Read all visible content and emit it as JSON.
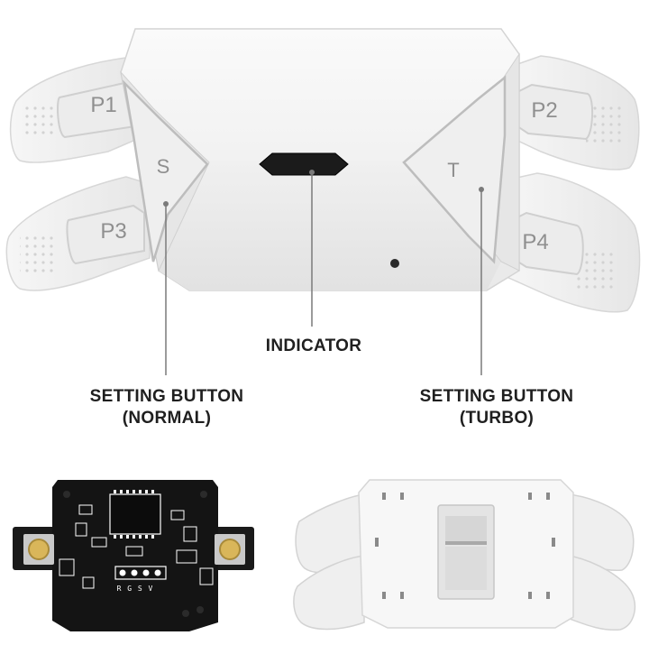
{
  "device": {
    "paddles": [
      "P1",
      "P2",
      "P3",
      "P4"
    ],
    "setting_button_normal_letter": "S",
    "setting_button_turbo_letter": "T"
  },
  "callouts": {
    "indicator": "INDICATOR",
    "setting_normal_line1": "SETTING BUTTON",
    "setting_normal_line2": "(NORMAL)",
    "setting_turbo_line1": "SETTING BUTTON",
    "setting_turbo_line2": "(TURBO)"
  },
  "pcb": {
    "pin_labels": "R G S V"
  },
  "colors": {
    "shell_white": "#f3f3f3",
    "shell_shadow": "#dcdcdc",
    "indicator_black": "#1b1b1b",
    "pcb_black": "#141414",
    "tact_switch_gold": "#d9b65a",
    "callout_line": "#7a7a7a"
  }
}
